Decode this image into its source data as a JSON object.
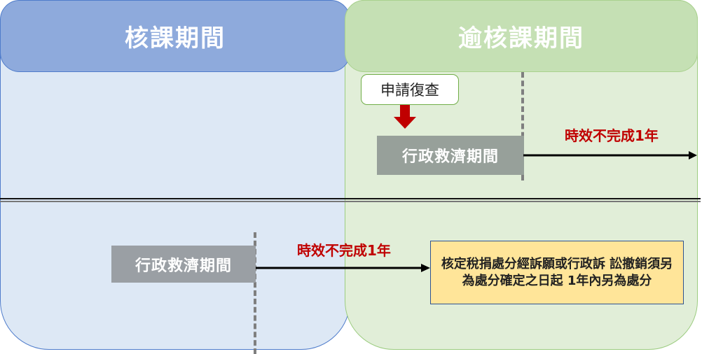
{
  "columns": {
    "left": {
      "title": "核課期間",
      "fill": "#dde8f5",
      "header_fill": "#8eaadc",
      "border": "#4f7ccb"
    },
    "right": {
      "title": "逾核課期間",
      "fill": "#e1eed8",
      "header_fill": "#c5e0b4",
      "border": "#9ccc80"
    }
  },
  "top_scenario": {
    "trigger_label": "申請復查",
    "period_label": "行政救濟期間",
    "duration_label": "時效不完成1年"
  },
  "bottom_scenario": {
    "period_label": "行政救濟期間",
    "duration_label": "時效不完成1年",
    "result_note": "核定稅捐處分經訴願或行政訴 訟撤銷須另為處分確定之日起 1年內另為處分"
  },
  "colors": {
    "accent_red": "#c00000",
    "arrow_black": "#000000",
    "period_box_gray": "#97a09a",
    "note_fill": "#ffe599"
  }
}
